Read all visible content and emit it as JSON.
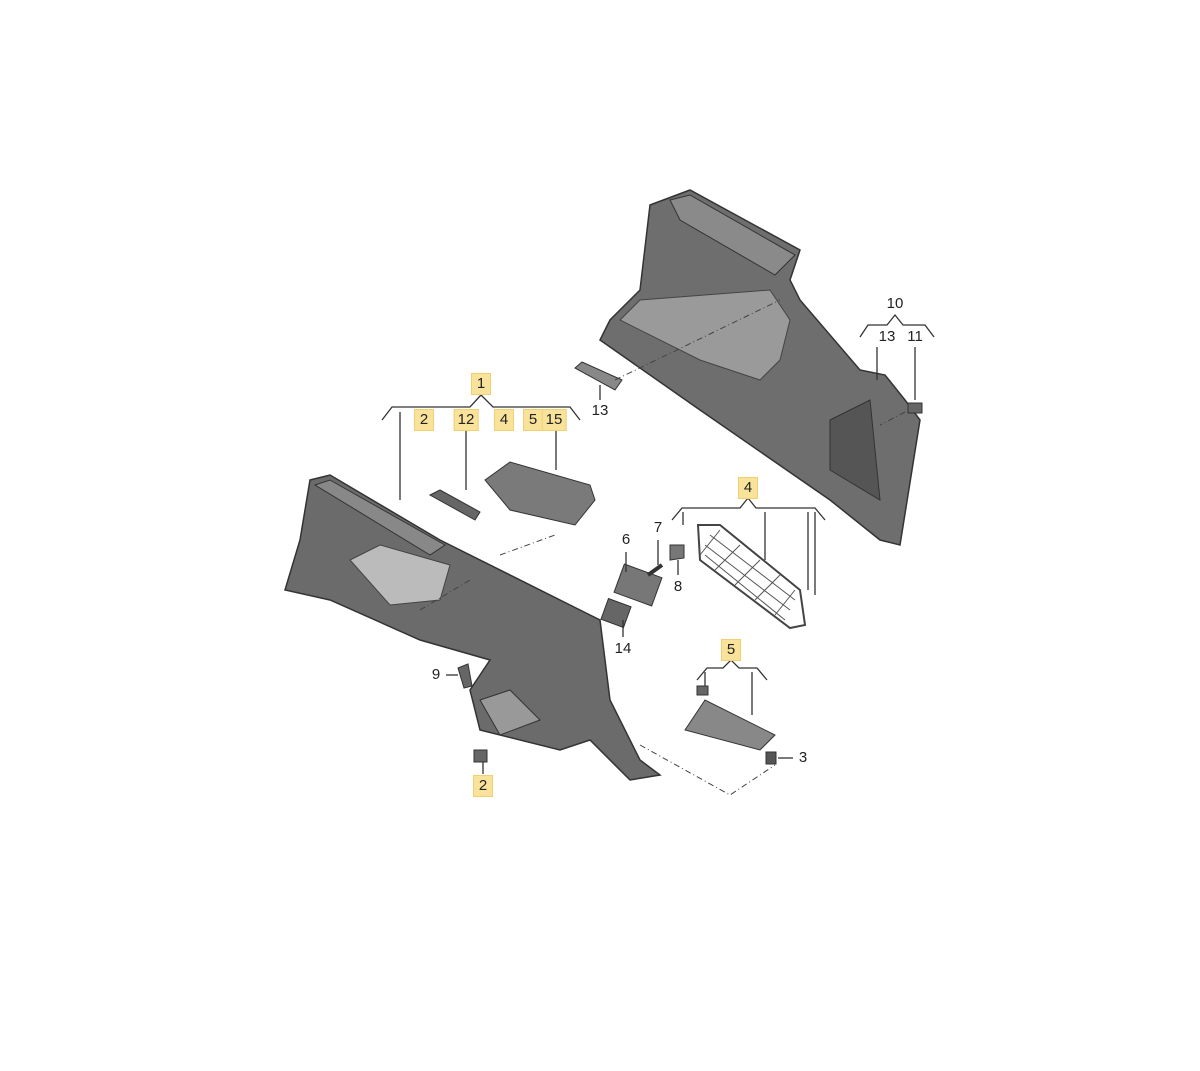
{
  "diagram": {
    "callouts": [
      {
        "id": "c1",
        "text": "1",
        "highlighted": true
      },
      {
        "id": "c2a",
        "text": "2",
        "highlighted": true
      },
      {
        "id": "c12",
        "text": "12",
        "highlighted": true
      },
      {
        "id": "c4a",
        "text": "4",
        "highlighted": true
      },
      {
        "id": "c5a",
        "text": "5",
        "highlighted": true
      },
      {
        "id": "c15",
        "text": "15",
        "highlighted": true
      },
      {
        "id": "c13a",
        "text": "13",
        "highlighted": false
      },
      {
        "id": "c10",
        "text": "10",
        "highlighted": false
      },
      {
        "id": "c13b",
        "text": "13",
        "highlighted": false
      },
      {
        "id": "c11",
        "text": "11",
        "highlighted": false
      },
      {
        "id": "c4b",
        "text": "4",
        "highlighted": true
      },
      {
        "id": "c6",
        "text": "6",
        "highlighted": false
      },
      {
        "id": "c7",
        "text": "7",
        "highlighted": false
      },
      {
        "id": "c8",
        "text": "8",
        "highlighted": false
      },
      {
        "id": "c14",
        "text": "14",
        "highlighted": false
      },
      {
        "id": "c9",
        "text": "9",
        "highlighted": false
      },
      {
        "id": "c2b",
        "text": "2",
        "highlighted": true
      },
      {
        "id": "c5b",
        "text": "5",
        "highlighted": true
      },
      {
        "id": "c3",
        "text": "3",
        "highlighted": false
      }
    ],
    "colors": {
      "highlight": "#f9e39a",
      "part": "#6b6b6b",
      "part_light": "#a8a8a8",
      "line": "#333333"
    }
  }
}
